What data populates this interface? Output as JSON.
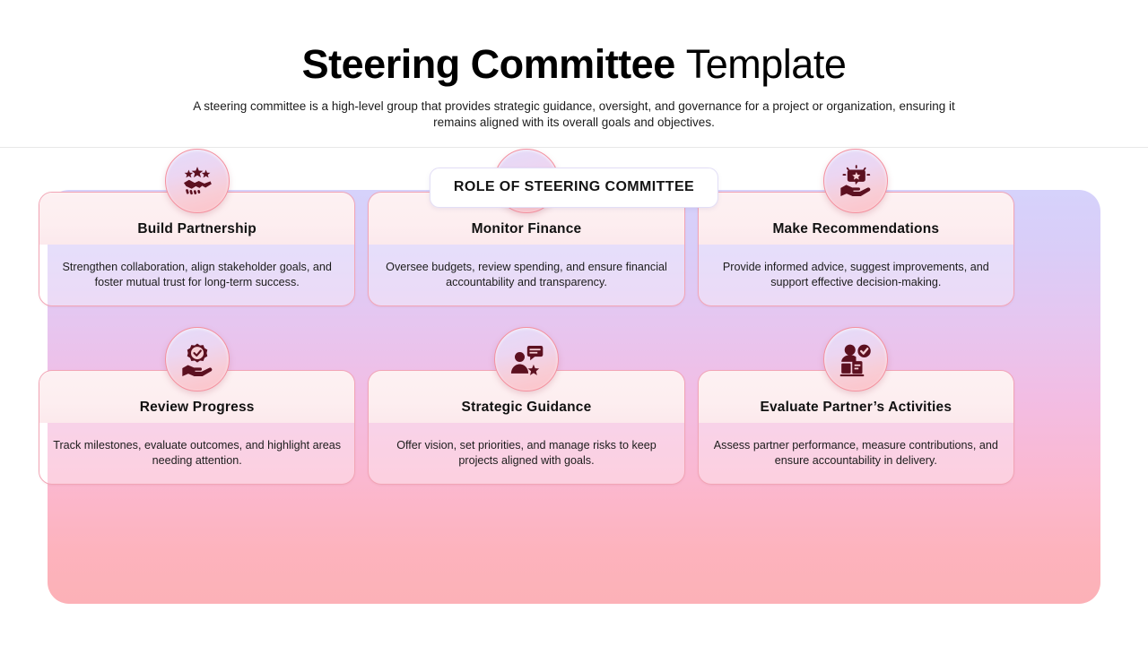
{
  "header": {
    "title_bold": "Steering Committee",
    "title_light": "Template",
    "subtitle": "A steering committee is a high-level group that provides strategic guidance, oversight, and governance for a project or organization, ensuring it remains aligned with its overall goals and objectives."
  },
  "section": {
    "pill_label": "ROLE OF STEERING COMMITTEE"
  },
  "colors": {
    "panel_top": "#d6d2fb",
    "panel_mid": "#f2bde4",
    "panel_bottom": "#fcb1b7",
    "card_border": "#f2a5b5",
    "card_head": "#fdeef0",
    "icon_ring": "#f4909e",
    "icon_glyph": "#5c1020",
    "title_text": "#000000",
    "divider": "#e8e8e8"
  },
  "cards": [
    {
      "icon": "handshake-stars-icon",
      "title": "Build Partnership",
      "description": "Strengthen collaboration, align stakeholder goals, and foster mutual trust for long-term success."
    },
    {
      "icon": "monitor-chart-icon",
      "title": "Monitor Finance",
      "description": "Oversee budgets, review spending, and ensure financial accountability and transparency."
    },
    {
      "icon": "hand-star-bubble-icon",
      "title": "Make Recommendations",
      "description": "Provide informed advice, suggest improvements, and support effective decision-making."
    },
    {
      "icon": "hand-award-badge-icon",
      "title": "Review Progress",
      "description": "Track milestones, evaluate outcomes, and highlight areas needing attention."
    },
    {
      "icon": "person-speech-star-icon",
      "title": "Strategic Guidance",
      "description": "Offer vision, set priorities, and manage risks to keep projects aligned with goals."
    },
    {
      "icon": "person-desk-check-icon",
      "title": "Evaluate Partner’s Activities",
      "description": "Assess partner performance, measure contributions, and ensure accountability in delivery."
    }
  ]
}
